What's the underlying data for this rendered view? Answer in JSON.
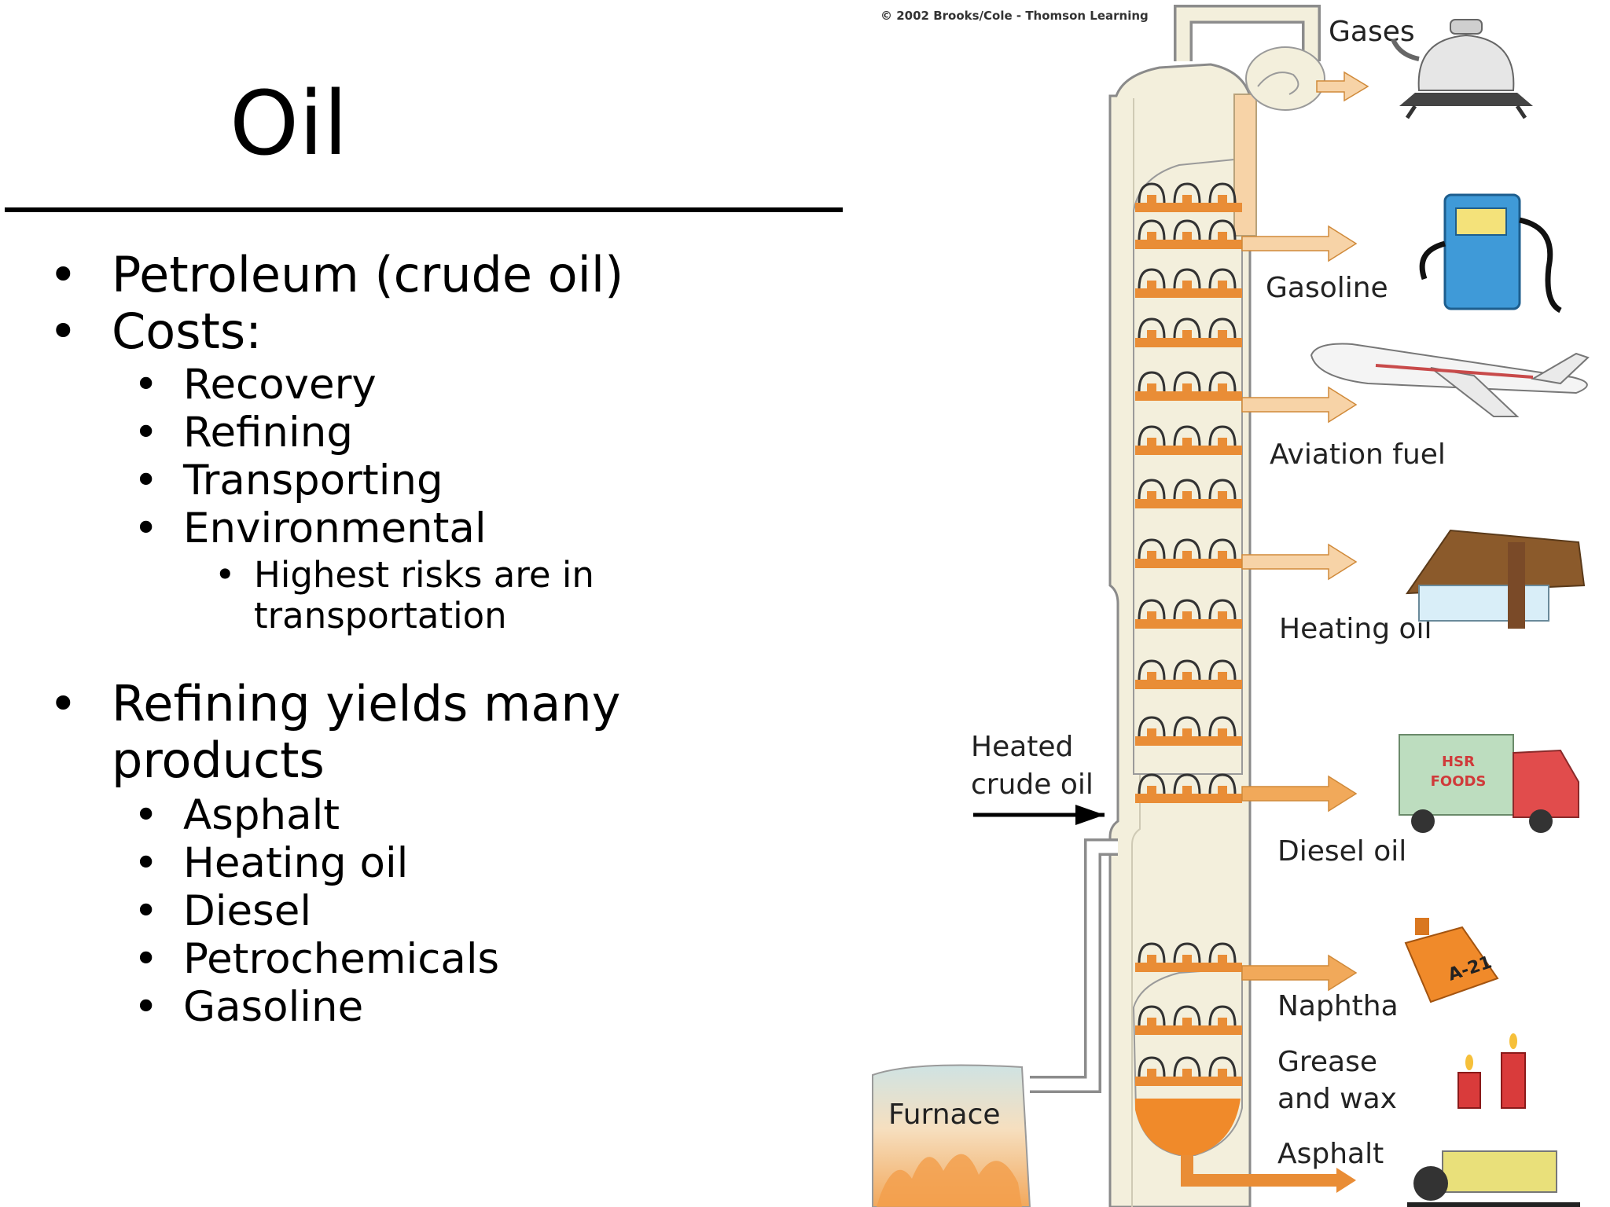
{
  "slide": {
    "title": "Oil",
    "bullets": {
      "petroleum": "Petroleum (crude oil)",
      "costs": "Costs:",
      "recovery": "Recovery",
      "refining": "Refining",
      "transporting": "Transporting",
      "environmental": "Environmental",
      "risk_line1": "Highest risks are in",
      "risk_line2": "transportation",
      "yields_line1": "Refining yields many",
      "yields_line2": "products",
      "asphalt": "Asphalt",
      "heating_oil": "Heating oil",
      "diesel": "Diesel",
      "petrochemicals": "Petrochemicals",
      "gasoline": "Gasoline"
    }
  },
  "diagram": {
    "copyright": "© 2002 Brooks/Cole - Thomson Learning",
    "input_line1": "Heated",
    "input_line2": "crude oil",
    "furnace": "Furnace",
    "products": {
      "gases": "Gases",
      "gasoline": "Gasoline",
      "aviation_fuel": "Aviation fuel",
      "heating_oil": "Heating oil",
      "diesel_oil": "Diesel oil",
      "naphtha": "Naphtha",
      "grease_line1": "Grease",
      "grease_line2": "and wax",
      "asphalt": "Asphalt"
    },
    "truck_text_line1": "HSR",
    "truck_text_line2": "FOODS",
    "can_label": "A-21",
    "colors": {
      "column": "#f3efdc",
      "arrow": "#f1a95a",
      "arrow_light": "#f7d3a7",
      "tray": "#e98d36",
      "asphalt_liquid": "#f08a2a"
    }
  }
}
